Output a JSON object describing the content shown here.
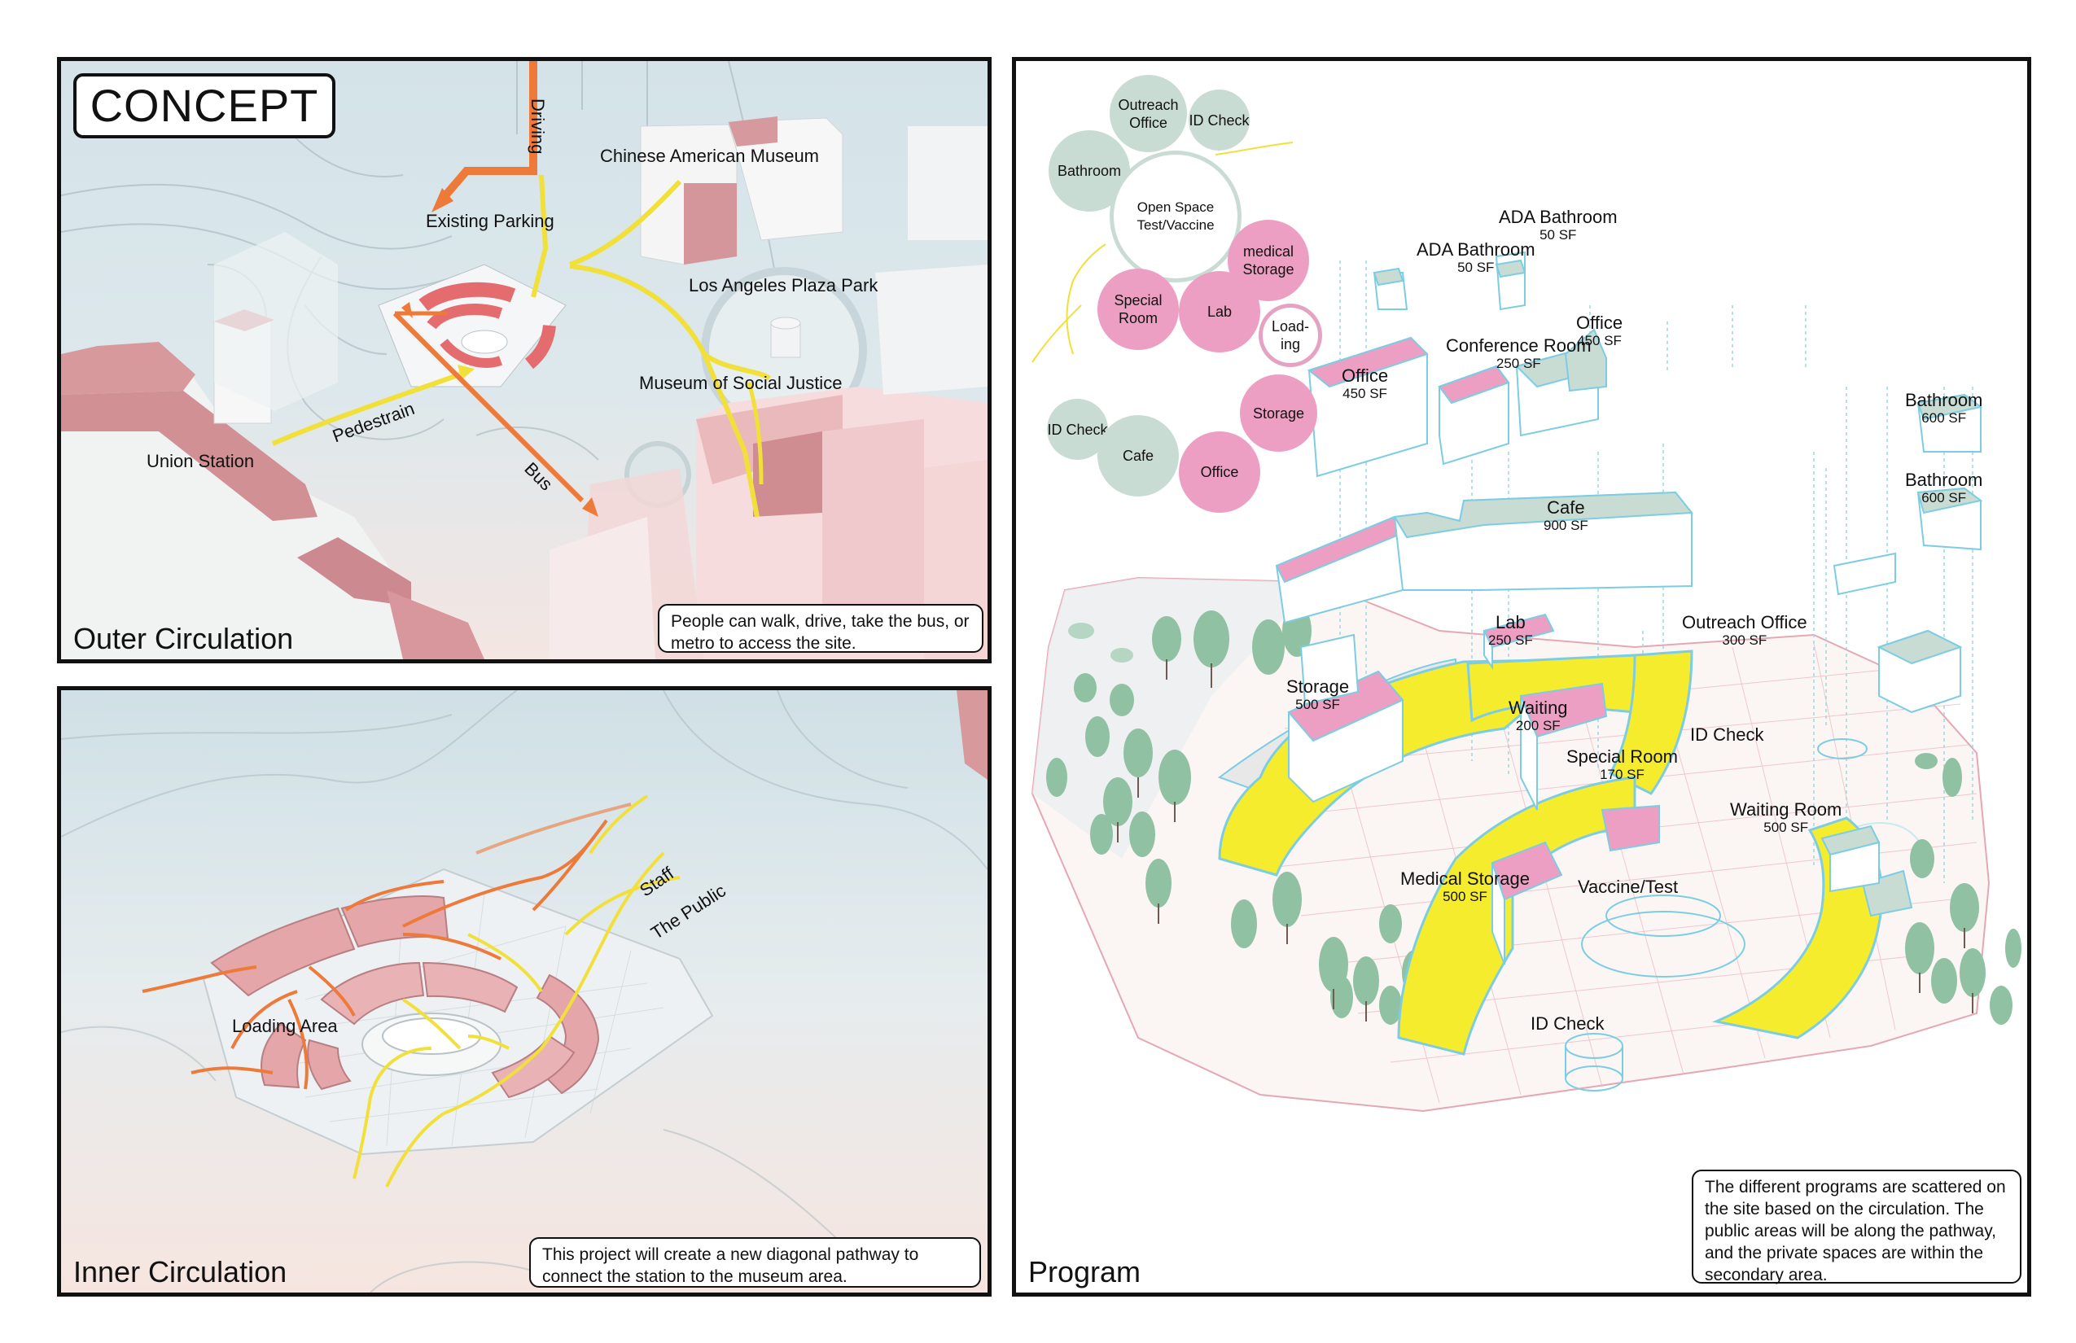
{
  "concept_title": "CONCEPT",
  "outer": {
    "panel_title": "Outer Circulation",
    "labels": {
      "driving": "Driving",
      "existing_parking": "Existing Parking",
      "chinese_american_museum": "Chinese American Museum",
      "la_plaza_park": "Los Angeles Plaza Park",
      "museum_social_justice": "Museum of Social Justice",
      "union_station": "Union Station",
      "pedestrian": "Pedestrain",
      "bus": "Bus"
    },
    "note": "People can walk, drive, take the bus, or metro to access the site."
  },
  "inner": {
    "panel_title": "Inner Circulation",
    "labels": {
      "staff": "Staff",
      "the_public": "The Public",
      "loading_area": "Loading Area"
    },
    "note": "This project will create a new diagonal pathway to connect the station to the museum area."
  },
  "program": {
    "panel_title": "Program",
    "bubbles": {
      "outreach_office": "Outreach Office",
      "id_check_1": "ID Check",
      "bathroom": "Bathroom",
      "open_space": "Open Space Test/Vaccine",
      "medical_storage": "medical Storage",
      "special_room": "Special Room",
      "lab": "Lab",
      "loading": "Load- ing",
      "storage": "Storage",
      "id_check_2": "ID Check",
      "cafe": "Cafe",
      "office": "Office"
    },
    "rooms": {
      "ada_bathroom_1": {
        "name": "ADA Bathroom",
        "sf": "50 SF"
      },
      "ada_bathroom_2": {
        "name": "ADA Bathroom",
        "sf": "50 SF"
      },
      "office_1": {
        "name": "Office",
        "sf": "450 SF"
      },
      "conference_room": {
        "name": "Conference Room",
        "sf": "250 SF"
      },
      "office_2": {
        "name": "Office",
        "sf": "450 SF"
      },
      "bathroom_1": {
        "name": "Bathroom",
        "sf": "600 SF"
      },
      "bathroom_2": {
        "name": "Bathroom",
        "sf": "600 SF"
      },
      "cafe": {
        "name": "Cafe",
        "sf": "900 SF"
      },
      "lab": {
        "name": "Lab",
        "sf": "250 SF"
      },
      "outreach_office": {
        "name": "Outreach Office",
        "sf": "300 SF"
      },
      "storage": {
        "name": "Storage",
        "sf": "500 SF"
      },
      "waiting": {
        "name": "Waiting",
        "sf": "200 SF"
      },
      "special_room": {
        "name": "Special Room",
        "sf": "170 SF"
      },
      "waiting_room": {
        "name": "Waiting Room",
        "sf": "500 SF"
      },
      "medical_storage": {
        "name": "Medical Storage",
        "sf": "500 SF"
      }
    },
    "labels": {
      "id_check_site": "ID Check",
      "vaccine_test": "Vaccine/Test",
      "id_check_bottom": "ID Check"
    },
    "note": "The different programs are scattered on the site based on the circulation. The public areas will be along the pathway, and the private spaces are within the secondary area."
  },
  "colors": {
    "building_pink": "#d69a9e",
    "drive_orange": "#ee7a3a",
    "pedestrian_yellow": "#f2e03a",
    "program_yellow": "#f6ec2e",
    "bubble_green": "#c9dcd4",
    "bubble_pink": "#ec9fc2",
    "outline_cyan": "#7ccde3"
  }
}
